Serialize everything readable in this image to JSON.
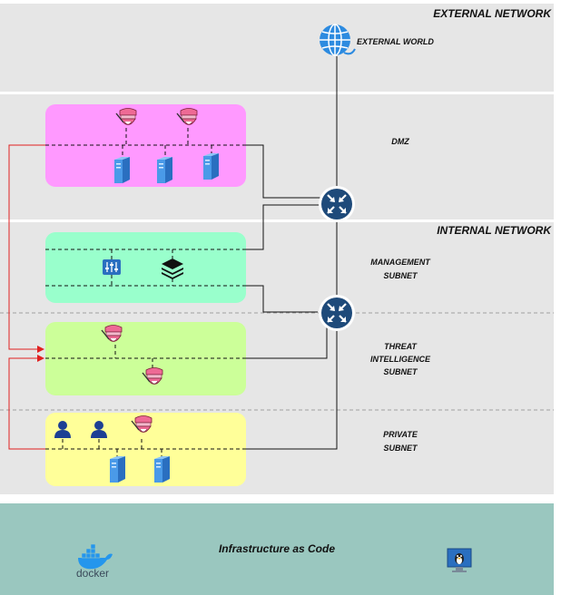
{
  "zones": {
    "external": "EXTERNAL NETWORK",
    "internal": "INTERNAL NETWORK",
    "infrastructure": "Infrastructure as Code"
  },
  "nodes": {
    "external_world": "EXTERNAL WORLD",
    "dmz": "DMZ",
    "management": [
      "MANAGEMENT",
      "SUBNET"
    ],
    "threat": [
      "THREAT",
      "INTELLIGENCE",
      "SUBNET"
    ],
    "private": [
      "PRIVATE",
      "SUBNET"
    ]
  },
  "logos": {
    "docker": "docker"
  },
  "colors": {
    "zone_gray": "#e6e6e6",
    "dmz": "#ff99ff",
    "management": "#99ffcc",
    "threat": "#ccff99",
    "private": "#ffff99",
    "iac": "#9ac7bf",
    "router": "#1e4a7a",
    "server": "#2f7fd6",
    "red_link": "#e02020",
    "attacker": "#e85a8a",
    "globe": "#2d8be0"
  },
  "icons": {
    "router": "router-icon",
    "server": "server-icon",
    "attacker": "hacker-icon",
    "user": "user-icon",
    "globe": "globe-icon",
    "settings": "sliders-icon",
    "layers": "layers-icon",
    "docker": "docker-icon",
    "linux": "linux-icon"
  }
}
